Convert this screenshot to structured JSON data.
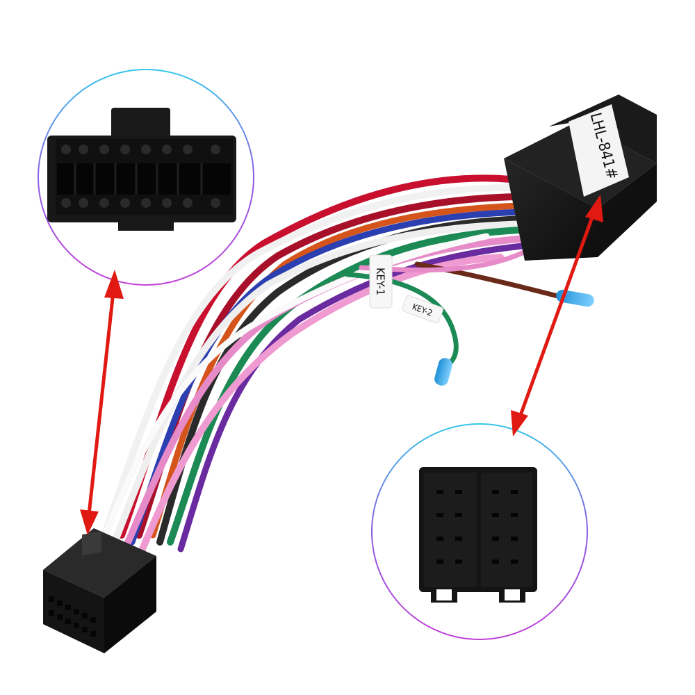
{
  "product": {
    "adapter_label": "LHL-841#",
    "wire_tag_1": "KEY-1",
    "wire_tag_2": "KEY-2"
  },
  "colors": {
    "connector": "#161616",
    "arrow": "#e01a12",
    "circle_gradient": [
      "#36c6ea",
      "#8a5ce6",
      "#c23fd8"
    ],
    "wires": [
      "#c8102e",
      "#f2f2f2",
      "#e68ac8",
      "#1c8a55",
      "#2a2a2a",
      "#6a2a1a",
      "#2b3fb0",
      "#6a2aa0",
      "#d4d4d4"
    ],
    "terminal_cap": "#3ba7e6"
  },
  "icons": [
    "double-headed-arrow",
    "magnifier-circle"
  ]
}
